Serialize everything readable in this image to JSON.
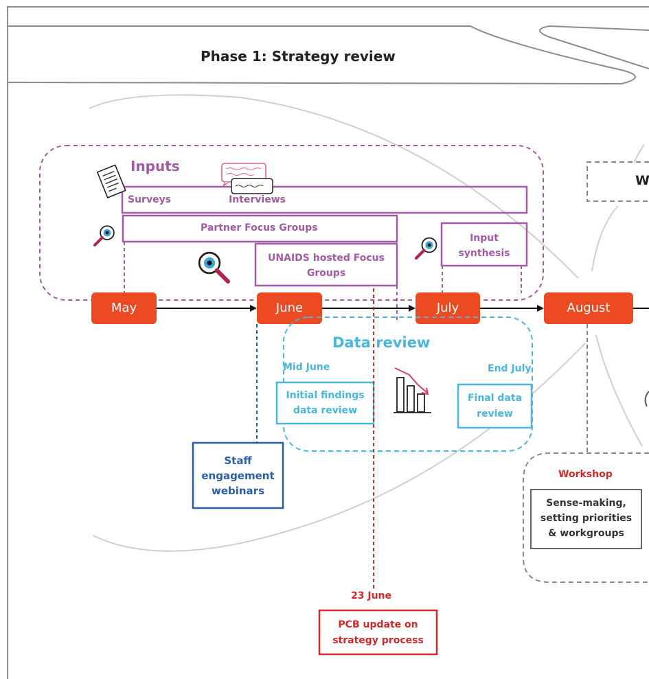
{
  "phase": {
    "title": "Phase 1: Strategy review"
  },
  "inputs": {
    "title": "Inputs",
    "surveys": "Surveys",
    "interviews": "Interviews",
    "partner_focus_groups": "Partner Focus Groups",
    "unaids_focus_groups_l1": "UNAIDS hosted Focus",
    "unaids_focus_groups_l2": "Groups",
    "input_synthesis_l1": "Input",
    "input_synthesis_l2": "synthesis"
  },
  "timeline": {
    "months": [
      "May",
      "June",
      "July",
      "August"
    ]
  },
  "data_review": {
    "title": "Data review",
    "mid_june": "Mid June",
    "end_july": "End July",
    "initial_l1": "Initial findings",
    "initial_l2": "data review",
    "final_l1": "Final data",
    "final_l2": "review"
  },
  "staff": {
    "l1": "Staff",
    "l2": "engagement",
    "l3": "webinars"
  },
  "pcb": {
    "date": "23 June",
    "l1": "PCB update on",
    "l2": "strategy process"
  },
  "workshop": {
    "label": "Workshop",
    "l1": "Sense-making,",
    "l2": "setting priorities",
    "l3": "& workgroups"
  },
  "clipped_right": {
    "box_letter": "W"
  },
  "colors": {
    "orange": "#ec4a22",
    "purple": "#a35aa6",
    "light_blue": "#49b6dc",
    "navy": "#2b5da6",
    "red": "#d42828",
    "gray": "#888888"
  },
  "icons": [
    "document-icon",
    "chat-bubbles-icon",
    "magnifier-eye-icon",
    "bar-chart-down-icon"
  ]
}
